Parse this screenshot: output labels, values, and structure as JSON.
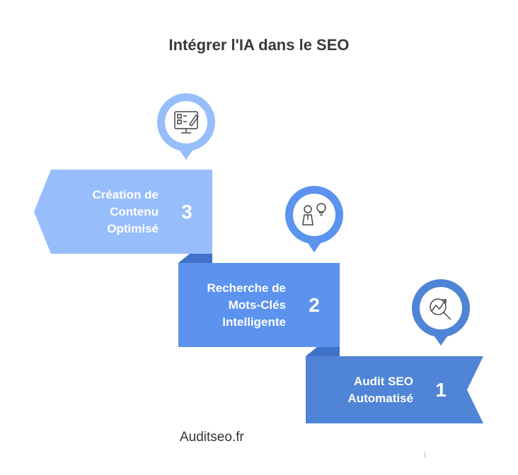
{
  "title": "Intégrer l'IA dans le SEO",
  "steps": [
    {
      "number": "1",
      "label": "Audit SEO\nAutomatisé",
      "color": "#4f84d6",
      "pin_color": "#4f84d6",
      "icon": "magnifier-chart-icon"
    },
    {
      "number": "2",
      "label": "Recherche de\nMots-Clés\nIntelligente",
      "color": "#5b93ee",
      "pin_color": "#5b93ee",
      "icon": "person-lightbulb-icon"
    },
    {
      "number": "3",
      "label": "Création de\nContenu\nOptimisé",
      "color": "#97bdfb",
      "pin_color": "#97bdfb",
      "icon": "monitor-checklist-icon"
    }
  ],
  "connector_color": "#3f72c8",
  "footer": "Auditseo.fr"
}
